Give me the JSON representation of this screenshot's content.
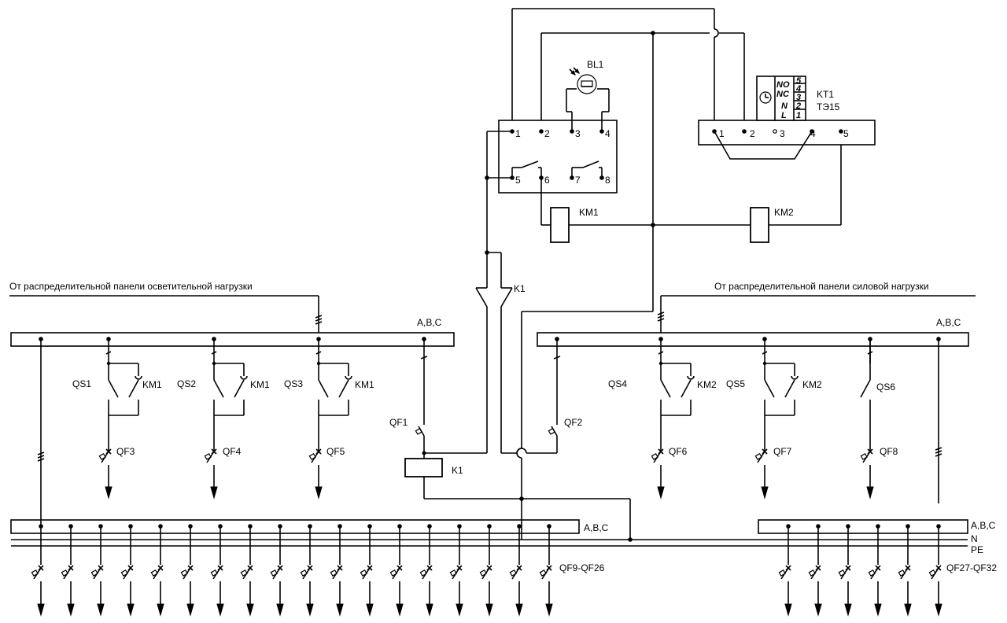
{
  "feeds": {
    "lighting": "От распределительной панели осветительной нагрузки",
    "power": "От распределительной панели силовой нагрузки"
  },
  "bus_labels": {
    "left_top": "A,B,C",
    "right_top": "A,B,C",
    "left_bottom": "A,B,C",
    "right_bottom": "A,B,C",
    "n": "N",
    "pe": "PE"
  },
  "photo_sensor": {
    "label": "BL1"
  },
  "timer": {
    "label": "KT1",
    "model": "ТЭ15",
    "terminals": [
      "NO",
      "NC",
      "N",
      "L"
    ],
    "terminal_numbers": [
      "5",
      "4",
      "3",
      "2",
      "1"
    ]
  },
  "relay_block": {
    "pins_top": [
      "1",
      "2",
      "3",
      "4"
    ],
    "pins_bottom": [
      "5",
      "6",
      "7",
      "8"
    ]
  },
  "timer_pins": [
    "1",
    "2",
    "3",
    "4",
    "5"
  ],
  "coils": {
    "km1": "KM1",
    "km2": "KM2",
    "k1": "K1"
  },
  "k1_contact": "K1",
  "switches": {
    "qs1": "QS1",
    "qs2": "QS2",
    "qs3": "QS3",
    "qs4": "QS4",
    "qs5": "QS5",
    "qs6": "QS6",
    "km1_a": "KM1",
    "km1_b": "KM1",
    "km1_c": "KM1",
    "km2_a": "KM2",
    "km2_b": "KM2"
  },
  "breakers": {
    "qf1": "QF1",
    "qf2": "QF2",
    "qf3": "QF3",
    "qf4": "QF4",
    "qf5": "QF5",
    "qf6": "QF6",
    "qf7": "QF7",
    "qf8": "QF8",
    "group_left": "QF9-QF26",
    "group_right": "QF27-QF32"
  }
}
